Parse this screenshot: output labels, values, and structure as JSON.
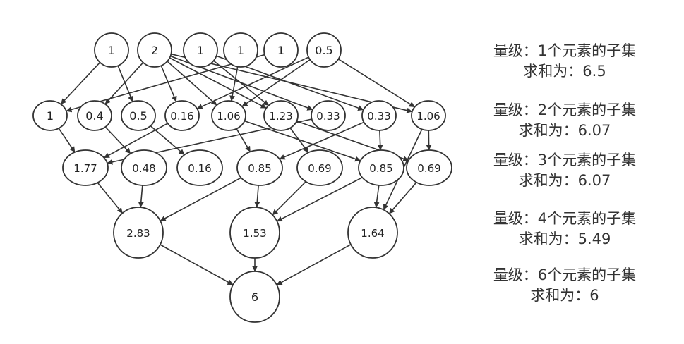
{
  "levels": [
    {
      "id": "l1",
      "values": [
        "1",
        "2",
        "1",
        "1",
        "1",
        "0.5"
      ]
    },
    {
      "id": "l2",
      "values": [
        "1",
        "0.4",
        "0.5",
        "0.16",
        "1.06",
        "1.23",
        "0.33",
        "0.33",
        "1.06"
      ]
    },
    {
      "id": "l3",
      "values": [
        "1.77",
        "0.48",
        "0.16",
        "0.85",
        "0.69",
        "0.85",
        "0.69"
      ]
    },
    {
      "id": "l4",
      "values": [
        "2.83",
        "1.53",
        "1.64"
      ]
    },
    {
      "id": "l6",
      "values": [
        "6"
      ]
    }
  ],
  "edges": [
    [
      "l1.0",
      "l2.0"
    ],
    [
      "l1.0",
      "l2.2"
    ],
    [
      "l1.1",
      "l2.1"
    ],
    [
      "l1.1",
      "l2.3"
    ],
    [
      "l1.1",
      "l2.4"
    ],
    [
      "l1.1",
      "l2.5"
    ],
    [
      "l1.1",
      "l2.6"
    ],
    [
      "l1.1",
      "l2.8"
    ],
    [
      "l1.2",
      "l2.5"
    ],
    [
      "l1.2",
      "l2.7"
    ],
    [
      "l1.3",
      "l2.4"
    ],
    [
      "l1.4",
      "l2.0"
    ],
    [
      "l1.5",
      "l2.3"
    ],
    [
      "l1.5",
      "l2.4"
    ],
    [
      "l1.5",
      "l2.8"
    ],
    [
      "l2.0",
      "l3.0"
    ],
    [
      "l2.1",
      "l3.1"
    ],
    [
      "l2.2",
      "l3.2"
    ],
    [
      "l2.3",
      "l3.0"
    ],
    [
      "l2.4",
      "l3.3"
    ],
    [
      "l2.4",
      "l3.5"
    ],
    [
      "l2.5",
      "l3.4"
    ],
    [
      "l2.5",
      "l3.6"
    ],
    [
      "l2.6",
      "l3.0"
    ],
    [
      "l2.7",
      "l3.3"
    ],
    [
      "l2.7",
      "l3.5"
    ],
    [
      "l2.8",
      "l3.6"
    ],
    [
      "l2.8",
      "l4.2"
    ],
    [
      "l3.0",
      "l4.0"
    ],
    [
      "l3.1",
      "l4.0"
    ],
    [
      "l3.3",
      "l4.0"
    ],
    [
      "l3.3",
      "l4.1"
    ],
    [
      "l3.4",
      "l4.1"
    ],
    [
      "l3.5",
      "l4.1"
    ],
    [
      "l3.5",
      "l4.2"
    ],
    [
      "l3.6",
      "l4.2"
    ],
    [
      "l4.0",
      "l6.0"
    ],
    [
      "l4.1",
      "l6.0"
    ],
    [
      "l4.2",
      "l6.0"
    ]
  ],
  "captions": [
    {
      "line1": "量级：1个元素的子集",
      "line2": "求和为：6.5"
    },
    {
      "line1": "量级：2个元素的子集",
      "line2": "求和为：6.07"
    },
    {
      "line1": "量级：3个元素的子集",
      "line2": "求和为：6.07"
    },
    {
      "line1": "量级：4个元素的子集",
      "line2": "求和为：5.49"
    },
    {
      "line1": "量级：6个元素的子集",
      "line2": "求和为：6"
    }
  ]
}
